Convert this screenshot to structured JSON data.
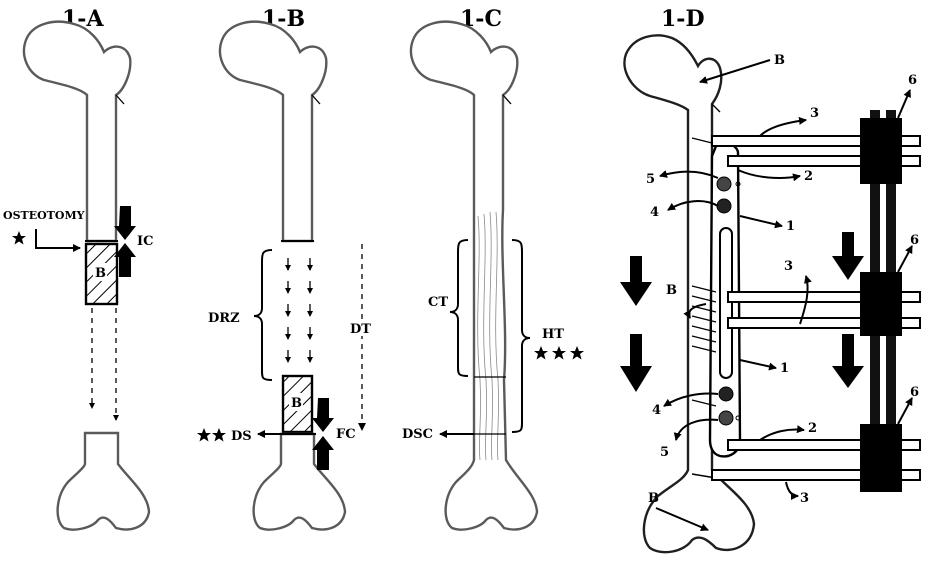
{
  "panels": {
    "a": {
      "title": "1-A",
      "osteotomy": "OSTEOTOMY",
      "ic": "IC",
      "b": "B"
    },
    "b": {
      "title": "1-B",
      "drz": "DRZ",
      "dt": "DT",
      "b": "B",
      "ds": "DS",
      "fc": "FC"
    },
    "c": {
      "title": "1-C",
      "ct": "CT",
      "ht": "HT",
      "dsc": "DSC"
    },
    "d": {
      "title": "1-D",
      "b_top": "B",
      "b_mid": "B",
      "b_bottom": "B",
      "n1a": "1",
      "n1b": "1",
      "n2a": "2",
      "n2b": "2",
      "n3a": "3",
      "n3b": "3",
      "n3c": "3",
      "n4a": "4",
      "n4b": "4",
      "n5a": "5",
      "n5b": "5",
      "n6a": "6",
      "n6b": "6",
      "n6c": "6"
    }
  },
  "colors": {
    "bone_outline": "#5a5a5a",
    "ink": "#000000"
  }
}
